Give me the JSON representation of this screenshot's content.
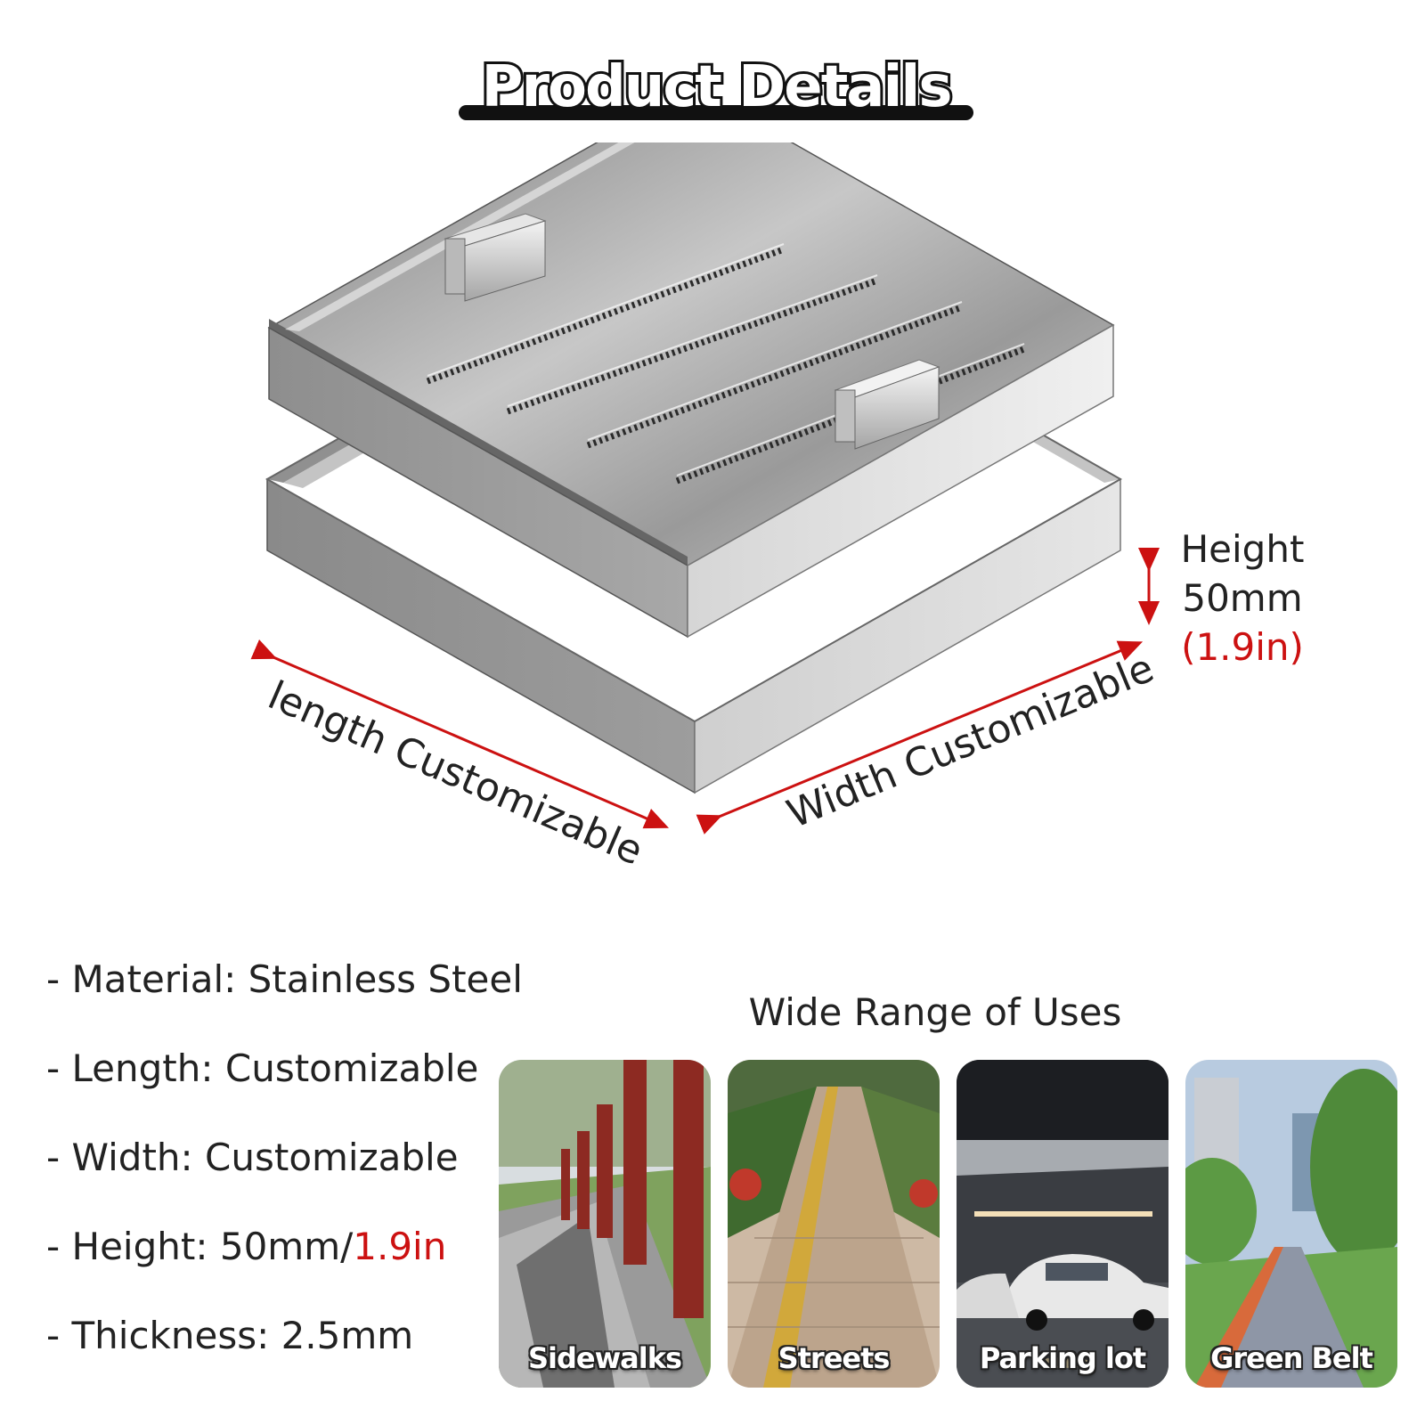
{
  "title": "Product Details",
  "drawing": {
    "length_label": "length Customizable",
    "width_label": "Width Customizable",
    "height_label": "Height",
    "height_mm": "50mm",
    "height_in": "(1.9in)"
  },
  "specs": [
    {
      "text": "- Material: Stainless Steel"
    },
    {
      "text": "- Length: Customizable"
    },
    {
      "text": "- Width: Customizable"
    },
    {
      "text": "- Height: 50mm/",
      "highlight": "1.9in"
    },
    {
      "text": "- Thickness: 2.5mm"
    }
  ],
  "uses": {
    "title": "Wide Range of Uses",
    "items": [
      {
        "label": "Sidewalks"
      },
      {
        "label": "Streets"
      },
      {
        "label": "Parking lot"
      },
      {
        "label": "Green Belt"
      }
    ]
  },
  "colors": {
    "accent_red": "#cc1111",
    "title_bar": "#111111",
    "steel": "#b9b9b9"
  }
}
